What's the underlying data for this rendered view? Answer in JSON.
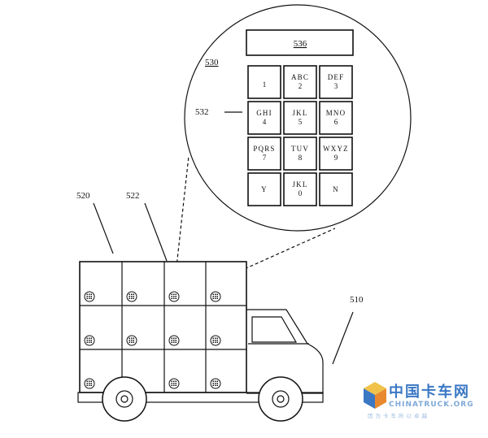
{
  "labels": {
    "truck": "510",
    "locker_bank": "520",
    "locker": "522",
    "keypad_callout": "530",
    "keypad": "532",
    "display": "536"
  },
  "keypad_keys": [
    {
      "letters": "",
      "digit": "1"
    },
    {
      "letters": "ABC",
      "digit": "2"
    },
    {
      "letters": "DEF",
      "digit": "3"
    },
    {
      "letters": "GHI",
      "digit": "4"
    },
    {
      "letters": "JKL",
      "digit": "5"
    },
    {
      "letters": "MNO",
      "digit": "6"
    },
    {
      "letters": "PQRS",
      "digit": "7"
    },
    {
      "letters": "TUV",
      "digit": "8"
    },
    {
      "letters": "WXYZ",
      "digit": "9"
    },
    {
      "letters": "Y",
      "digit": ""
    },
    {
      "letters": "JKL",
      "digit": "0"
    },
    {
      "letters": "N",
      "digit": ""
    }
  ],
  "watermark": {
    "chinese": "中国卡车网",
    "english": "CHINATRUCK.ORG",
    "subtitle": "因为卡车所以卓越"
  },
  "colors": {
    "line": "#111111",
    "watermark_blue": "#3b78c4",
    "watermark_light": "#7fa9d8"
  }
}
